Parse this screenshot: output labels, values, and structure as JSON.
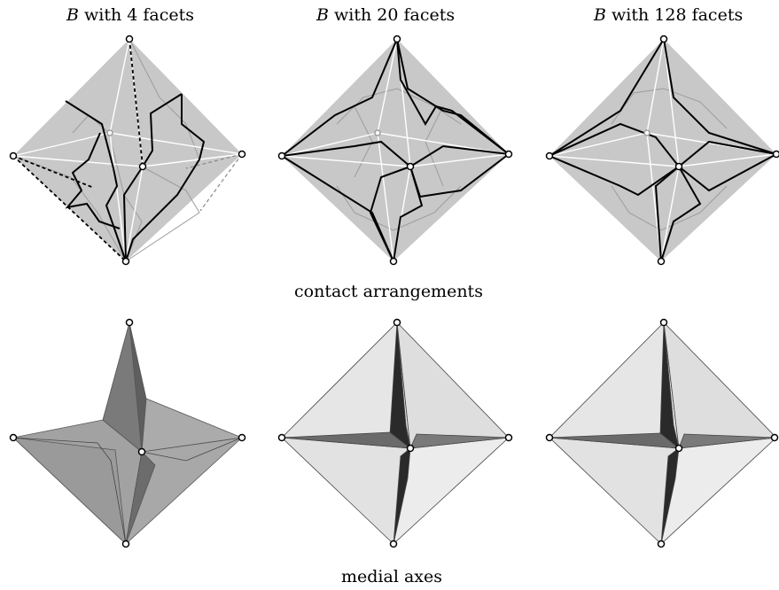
{
  "titles": [
    {
      "symbol": "B",
      "text": "with 4 facets"
    },
    {
      "symbol": "B",
      "text": "with 20 facets"
    },
    {
      "symbol": "B",
      "text": "with 128 facets"
    }
  ],
  "captions": {
    "top_row": "contact arrangements",
    "bottom_row": "medial axes"
  },
  "colors": {
    "background": "#ffffff",
    "octahedron_fill": "#c8c8c8",
    "white_lines": "#ffffff",
    "contact_lines": "#000000",
    "medial_light": "#ececec",
    "medial_mid": "#9a9a9a",
    "medial_dark": "#2a2a2a"
  }
}
